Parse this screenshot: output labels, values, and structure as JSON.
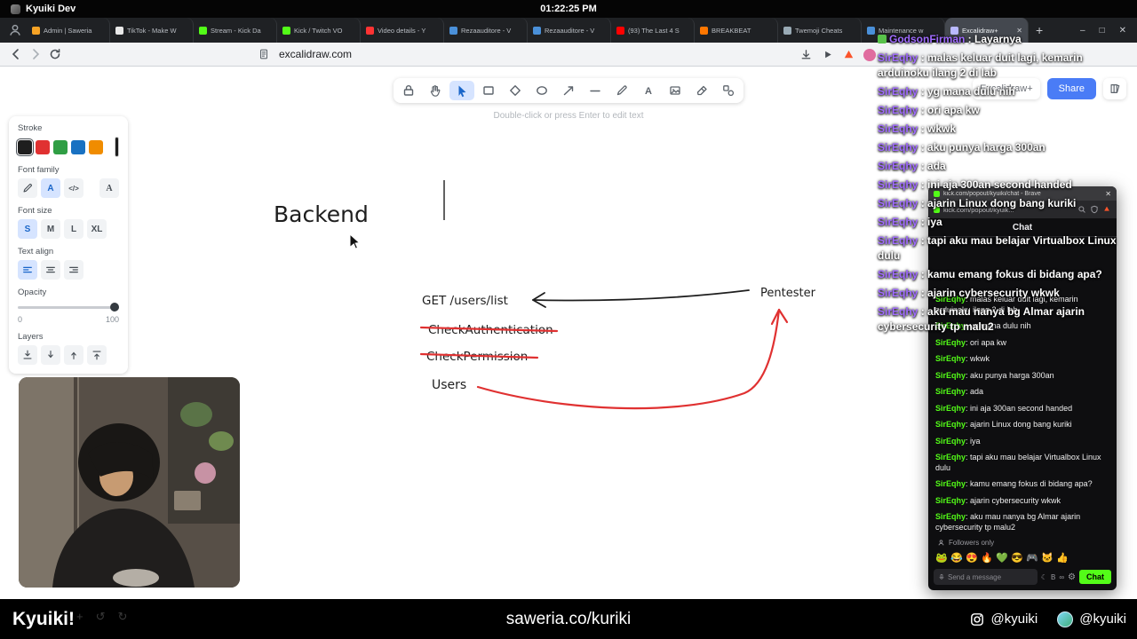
{
  "system_bar": {
    "app_title": "Kyuiki Dev",
    "time": "01:22:25 PM"
  },
  "browser": {
    "url": "excalidraw.com",
    "tabs": [
      {
        "label": "Admin | Saweria",
        "color": "#f7a325"
      },
      {
        "label": "TikTok - Make W",
        "color": "#e8e8e8"
      },
      {
        "label": "Stream - Kick Da",
        "color": "#53fc18"
      },
      {
        "label": "Kick / Twitch VO",
        "color": "#53fc18"
      },
      {
        "label": "Video details - Y",
        "color": "#ff3333"
      },
      {
        "label": "Rezaauditore - V",
        "color": "#4a90d9"
      },
      {
        "label": "Rezaauditore - V",
        "color": "#4a90d9"
      },
      {
        "label": "(93) The Last 4 S",
        "color": "#ff0000"
      },
      {
        "label": "BREAKBEAT",
        "color": "#ff7700"
      },
      {
        "label": "Twemoji Cheats",
        "color": "#99aab5"
      },
      {
        "label": "Maintenance w",
        "color": "#4a90d9"
      },
      {
        "label": "Excalidraw+",
        "color": "#b9b9ff",
        "active": true
      }
    ]
  },
  "excalidraw": {
    "hint": "Double-click or press Enter to edit text",
    "top_right": {
      "plus": "Excalidraw+",
      "share": "Share"
    },
    "panel": {
      "stroke_label": "Stroke",
      "stroke_colors": [
        "#1e1e1e",
        "#e03131",
        "#2f9e44",
        "#1971c2",
        "#f08c00"
      ],
      "current_color": "#1e1e1e",
      "font_family_label": "Font family",
      "font_size_label": "Font size",
      "font_sizes": [
        "S",
        "M",
        "L",
        "XL"
      ],
      "text_align_label": "Text align",
      "opacity_label": "Opacity",
      "opacity_min": "0",
      "opacity_max": "100",
      "layers_label": "Layers"
    },
    "canvas": {
      "backend": "Backend",
      "get_endpoint": "GET /users/list",
      "pentester": "Pentester",
      "check_auth": "CheckAuthentication",
      "check_perm": "CheckPermission",
      "users": "Users"
    }
  },
  "colors": {
    "share_blue": "#4a7cf6",
    "annotation_red": "#e03131",
    "kick_green": "#53fc18",
    "overlay_purple": "#a06bff"
  },
  "overlay_chat": {
    "name_color": "#a06bff",
    "messages": [
      {
        "user": "GodsonFirman",
        "text": "Layarnya",
        "badge": "#58c24a"
      },
      {
        "user": "SirEqhy",
        "text": "malas keluar duit lagi, kemarin arduinoku ilang 2 di lab"
      },
      {
        "user": "SirEqhy",
        "text": "yg mana dulu nih"
      },
      {
        "user": "SirEqhy",
        "text": "ori apa kw"
      },
      {
        "user": "SirEqhy",
        "text": "wkwk"
      },
      {
        "user": "SirEqhy",
        "text": "aku punya harga 300an"
      },
      {
        "user": "SirEqhy",
        "text": "ada"
      },
      {
        "user": "SirEqhy",
        "text": "ini aja 300an second handed"
      },
      {
        "user": "SirEqhy",
        "text": "ajarin Linux dong bang kuriki"
      },
      {
        "user": "SirEqhy",
        "text": "iya"
      },
      {
        "user": "SirEqhy",
        "text": "tapi aku mau belajar Virtualbox Linux dulu"
      },
      {
        "user": "SirEqhy",
        "text": "kamu emang fokus di bidang apa?"
      },
      {
        "user": "SirEqhy",
        "text": "ajarin cybersecurity wkwk"
      },
      {
        "user": "SirEqhy",
        "text": "aku mau nanya bg Almar ajarin cybersecurity tp malu2"
      }
    ]
  },
  "kick_window": {
    "title": "kick.com/popout/kyuiki/chat - Brave",
    "url": "kick.com/popout/kyuik...",
    "chat_header": "Chat",
    "messages": [
      {
        "user": "SirEqhy",
        "text": "malas keluar duit lagi, kemarin arduinoku ilang 2 di lab"
      },
      {
        "user": "SirEqhy",
        "text": "yg mana dulu nih"
      },
      {
        "user": "SirEqhy",
        "text": "ori apa kw"
      },
      {
        "user": "SirEqhy",
        "text": "wkwk"
      },
      {
        "user": "SirEqhy",
        "text": "aku punya harga 300an"
      },
      {
        "user": "SirEqhy",
        "text": "ada"
      },
      {
        "user": "SirEqhy",
        "text": "ini aja 300an second handed"
      },
      {
        "user": "SirEqhy",
        "text": "ajarin Linux dong bang kuriki"
      },
      {
        "user": "SirEqhy",
        "text": "iya"
      },
      {
        "user": "SirEqhy",
        "text": "tapi aku mau belajar Virtualbox Linux dulu"
      },
      {
        "user": "SirEqhy",
        "text": "kamu emang fokus di bidang apa?"
      },
      {
        "user": "SirEqhy",
        "text": "ajarin cybersecurity wkwk"
      },
      {
        "user": "SirEqhy",
        "text": "aku mau nanya bg Almar ajarin cybersecurity tp malu2"
      }
    ],
    "followers_only": "Followers only",
    "emotes": [
      "🐸",
      "😂",
      "😍",
      "🔥",
      "💚",
      "😎",
      "🎮",
      "🐱",
      "👍"
    ],
    "input_placeholder": "Send a message",
    "chat_button": "Chat"
  },
  "bottom_bar": {
    "streamer": "Kyuiki!",
    "center": "saweria.co/kuriki",
    "instagram_handle": "@kyuiki",
    "second_handle": "@kyuiki"
  }
}
